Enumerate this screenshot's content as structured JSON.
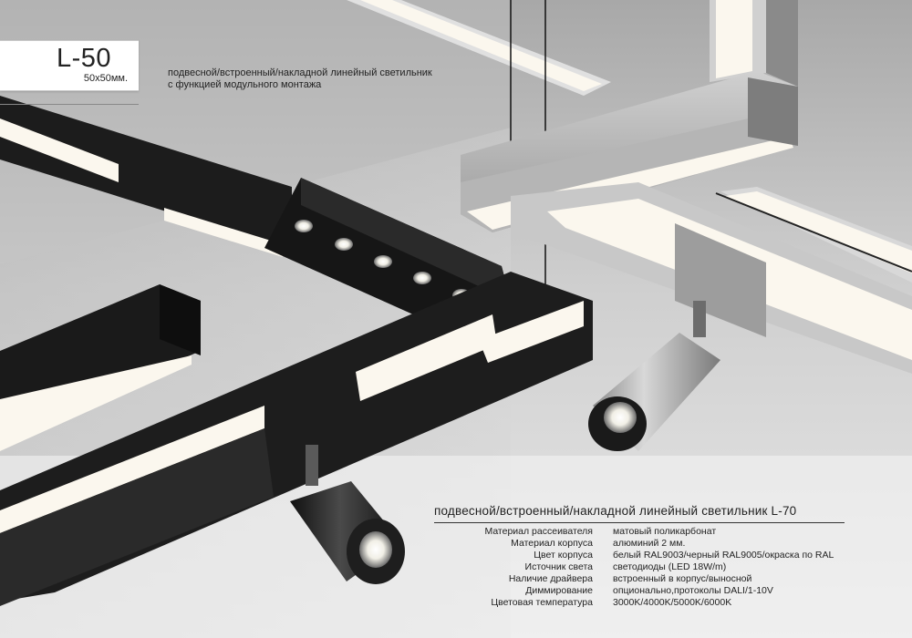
{
  "header": {
    "model": "L-50",
    "size": "50х50мм.",
    "description_line1": "подвесной/встроенный/накладной линейный светильник",
    "description_line2": "с функцией модульного монтажа"
  },
  "l70": {
    "title": "подвесной/встроенный/накладной линейный светильник L-70",
    "specs": [
      {
        "label": "Материал рассеивателя",
        "value": "матовый поликарбонат"
      },
      {
        "label": "Материал корпуса",
        "value": "алюминий 2 мм."
      },
      {
        "label": "Цвет корпуса",
        "value": "белый RAL9003/черный RAL9005/окраска по  RAL"
      },
      {
        "label": "Источник света",
        "value": "светодиоды (LED 18W/m)"
      },
      {
        "label": "Наличие драйвера",
        "value": "встроенный в корпус/выносной"
      },
      {
        "label": "Диммирование",
        "value": "опционально,протоколы DALI/1-10V"
      },
      {
        "label": "Цветовая температура",
        "value": "3000K/4000K/5000K/6000K"
      }
    ]
  },
  "colors": {
    "background": "#c9c9c9",
    "profile_black": "#1c1c1c",
    "profile_silver": "#b9b9b9",
    "diffuser": "#fbf7ee"
  }
}
